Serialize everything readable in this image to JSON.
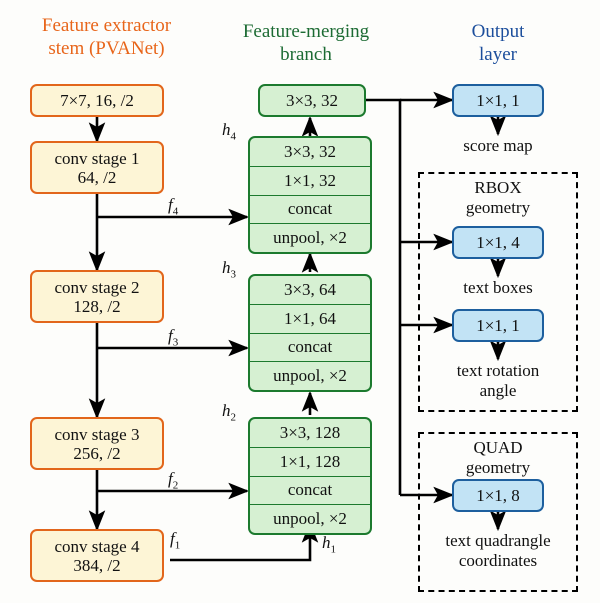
{
  "diagram": {
    "title": "EAST text detector network architecture",
    "columns": [
      {
        "id": "stem",
        "title": "Feature extractor\nstem (PVANet)",
        "color": "#e8651a"
      },
      {
        "id": "merge",
        "title": "Feature-merging\nbranch",
        "color": "#1c6b33"
      },
      {
        "id": "out",
        "title": "Output\nlayer",
        "color": "#1c4e9c"
      }
    ],
    "titles": {
      "stem_line1": "Feature extractor",
      "stem_line2": "stem (PVANet)",
      "merge_line1": "Feature-merging",
      "merge_line2": "branch",
      "out_line1": "Output",
      "out_line2": "layer"
    },
    "stem_boxes": [
      {
        "name": "stem-conv7x7",
        "line1": "7×7, 16, /2",
        "line2": ""
      },
      {
        "name": "conv-stage-1",
        "line1": "conv stage 1",
        "line2": "64, /2"
      },
      {
        "name": "conv-stage-2",
        "line1": "conv stage 2",
        "line2": "128, /2"
      },
      {
        "name": "conv-stage-3",
        "line1": "conv stage 3",
        "line2": "256, /2"
      },
      {
        "name": "conv-stage-4",
        "line1": "conv stage 4",
        "line2": "384, /2"
      }
    ],
    "feature_labels": [
      {
        "name": "f4",
        "base": "f",
        "sub": "4"
      },
      {
        "name": "f3",
        "base": "f",
        "sub": "3"
      },
      {
        "name": "f2",
        "base": "f",
        "sub": "2"
      },
      {
        "name": "f1",
        "base": "f",
        "sub": "1"
      }
    ],
    "merge_labels": [
      {
        "name": "h4",
        "base": "h",
        "sub": "4"
      },
      {
        "name": "h3",
        "base": "h",
        "sub": "3"
      },
      {
        "name": "h2",
        "base": "h",
        "sub": "2"
      },
      {
        "name": "h1",
        "base": "h",
        "sub": "1"
      }
    ],
    "merge_top_box": {
      "name": "merge-conv3x3-32-final",
      "label": "3×3, 32"
    },
    "merge_groups": [
      {
        "id": "h4",
        "rows": [
          "3×3, 32",
          "1×1, 32",
          "concat",
          "unpool, ×2"
        ]
      },
      {
        "id": "h3",
        "rows": [
          "3×3, 64",
          "1×1, 64",
          "concat",
          "unpool, ×2"
        ]
      },
      {
        "id": "h2",
        "rows": [
          "3×3, 128",
          "1×1, 128",
          "concat",
          "unpool, ×2"
        ]
      }
    ],
    "output_items": [
      {
        "name": "score-map",
        "box": "1×1, 1",
        "caption": "score map"
      },
      {
        "name": "text-boxes",
        "box": "1×1, 4",
        "caption": "text boxes"
      },
      {
        "name": "text-rotation",
        "box": "1×1, 1",
        "caption_line1": "text rotation",
        "caption_line2": "angle"
      },
      {
        "name": "text-quadrangle",
        "box": "1×1, 8",
        "caption_line1": "text quadrangle",
        "caption_line2": "coordinates"
      }
    ],
    "groupings": [
      {
        "name": "rbox-geometry",
        "line1": "RBOX",
        "line2": "geometry"
      },
      {
        "name": "quad-geometry",
        "line1": "QUAD",
        "line2": "geometry"
      }
    ],
    "colors": {
      "stem_accent": "#e2661b",
      "stem_fill": "#fdf5d6",
      "merge_accent": "#1c7a2e",
      "merge_fill": "#d6f0d2",
      "out_accent": "#1d5f9e",
      "out_fill": "#c2e3f5",
      "edge": "#000000"
    }
  }
}
